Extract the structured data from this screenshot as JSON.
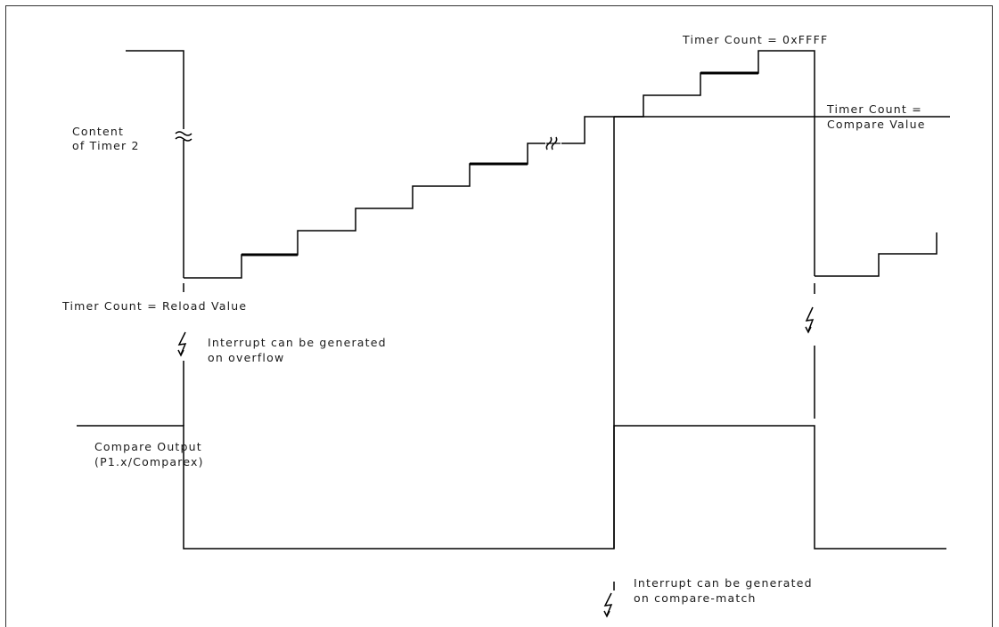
{
  "labels": {
    "content_line1": "Content",
    "content_line2": "of Timer 2",
    "timer_count_max": "Timer Count = 0xFFFF",
    "timer_count_compare_line1": "Timer Count =",
    "timer_count_compare_line2": "Compare Value",
    "timer_count_reload": "Timer Count = Reload Value",
    "interrupt_overflow_line1": "Interrupt can be generated",
    "interrupt_overflow_line2": "on overflow",
    "compare_output_line1": "Compare Output",
    "compare_output_line2": "(P1.x/Comparex)",
    "interrupt_compare_line1": "Interrupt can be generated",
    "interrupt_compare_line2": "on compare-match"
  },
  "icons": {
    "break": "axis-break-icon",
    "interrupt": "lightning-bolt-icon"
  },
  "colors": {
    "line": "#000000",
    "frame": "#333333"
  }
}
